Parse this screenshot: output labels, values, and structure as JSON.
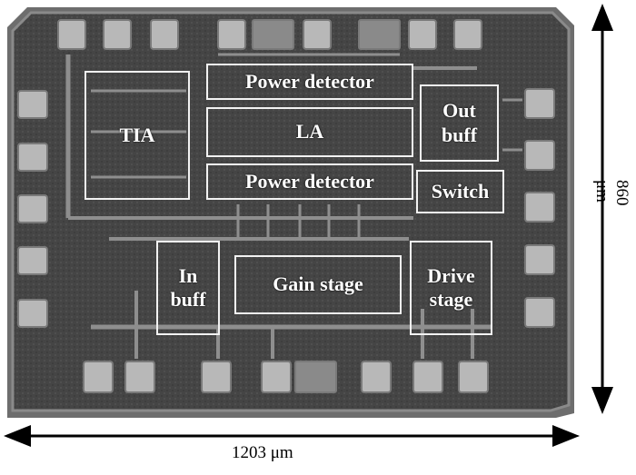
{
  "image": {
    "subject": "chip micrograph with labeled circuit blocks",
    "colors": {
      "die_background": "#4a4a4a",
      "metal": "#9a9a9a",
      "pad": "#b8b8b8",
      "label_box": "#f2f2f2",
      "label_text": "#ffffff",
      "arrows": "#000000"
    }
  },
  "blocks": {
    "tia": "TIA",
    "power_detector_top": "Power  detector",
    "la": "LA",
    "power_detector_bottom": "Power  detector",
    "out_buff": "Out\nbuff",
    "switch": "Switch",
    "in_buff": "In\nbuff",
    "gain_stage": "Gain stage",
    "drive_stage": "Drive\nstage"
  },
  "dimensions": {
    "width_label": "1203 μm",
    "height_label": "860 μm"
  }
}
